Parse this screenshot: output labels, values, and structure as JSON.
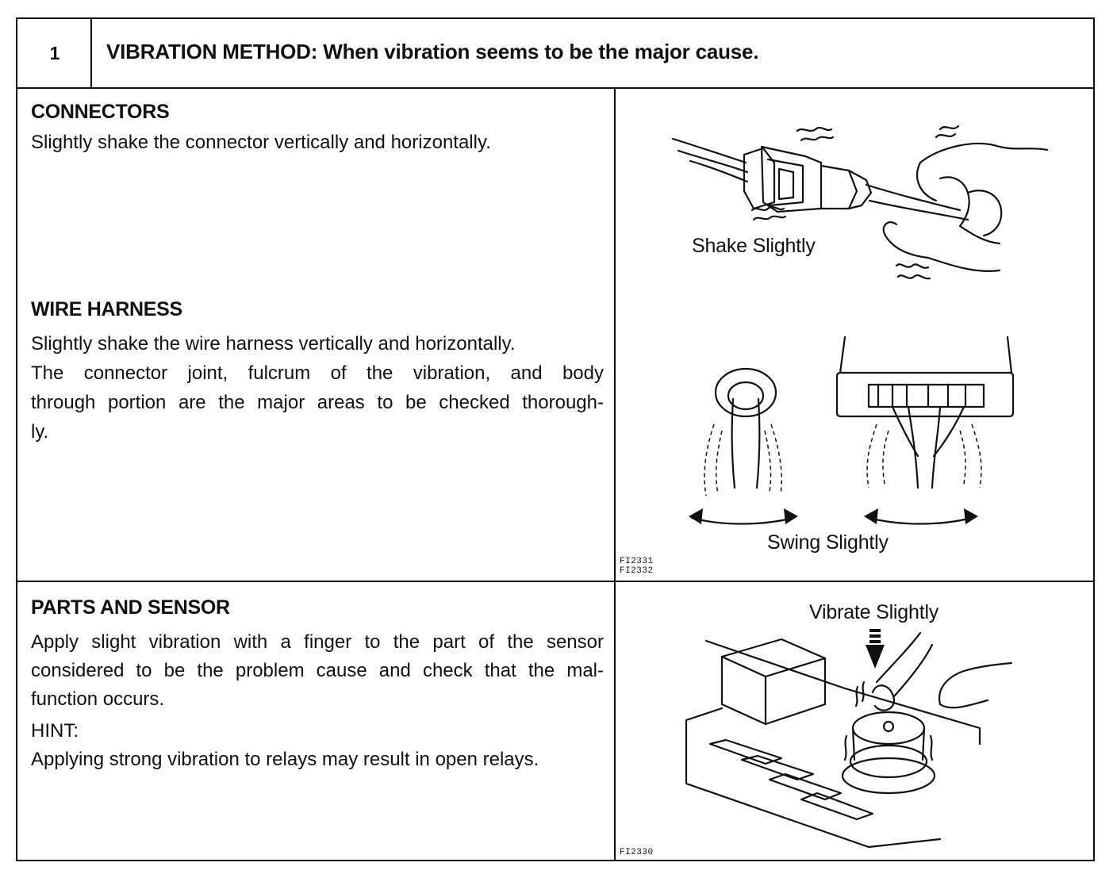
{
  "header": {
    "step_number": "1",
    "title": "VIBRATION METHOD: When vibration seems to be the major cause."
  },
  "sections": {
    "connectors": {
      "heading": "CONNECTORS",
      "text": "Slightly shake the connector vertically and horizontally."
    },
    "wire_harness": {
      "heading": "WIRE HARNESS",
      "line1": "Slightly shake the wire harness vertically and horizontally.",
      "line2": "The connector joint, fulcrum of the vibration, and body",
      "line3": "through portion are the major areas to be checked thorough-",
      "line4": "ly."
    },
    "parts_and_sensor": {
      "heading": "PARTS AND SENSOR",
      "line1": "Apply slight vibration with a finger to the part of the sensor",
      "line2": "considered to be the problem cause and check that the mal-",
      "line3": "function occurs.",
      "hint_label": "HINT:",
      "hint_text": "Applying strong vibration to relays may result in open relays."
    }
  },
  "figures": {
    "connector": {
      "caption": "Shake Slightly"
    },
    "harness": {
      "caption": "Swing Slightly",
      "code1": "FI2331",
      "code2": "FI2332"
    },
    "sensor": {
      "caption": "Vibrate Slightly",
      "code": "FI2330"
    }
  }
}
